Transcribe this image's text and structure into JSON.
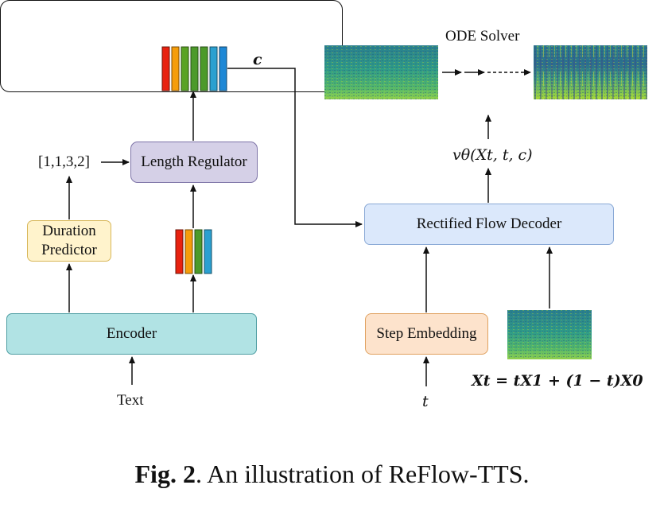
{
  "diagram": {
    "encoder_label": "Encoder",
    "duration_predictor_label": "Duration Predictor",
    "length_regulator_label": "Length Regulator",
    "duration_values": "[1,1,3,2]",
    "text_input_label": "Text",
    "c_label": "c",
    "ode_solver_label": "ODE Solver",
    "decoder_label": "Rectified Flow Decoder",
    "velocity_label": "vθ(Xt, t, c)",
    "step_embedding_label": "Step Embedding",
    "t_label": "t",
    "interp_formula": "Xt = tX1 + (1 − t)X0"
  },
  "caption": {
    "figure_label": "Fig. 2",
    "text": ". An illustration of ReFlow-TTS."
  },
  "colors": {
    "encoder_fill": "#b1e3e4",
    "duration_fill": "#fff3cc",
    "length_regulator_fill": "#d5d0e7",
    "decoder_fill": "#dbe8fb",
    "step_embedding_fill": "#fde3cc",
    "token_bar_colors": [
      "#e8220f",
      "#f59d0a",
      "#5aa324",
      "#4c9a2a",
      "#2ba0d0",
      "#1e88d6"
    ]
  }
}
